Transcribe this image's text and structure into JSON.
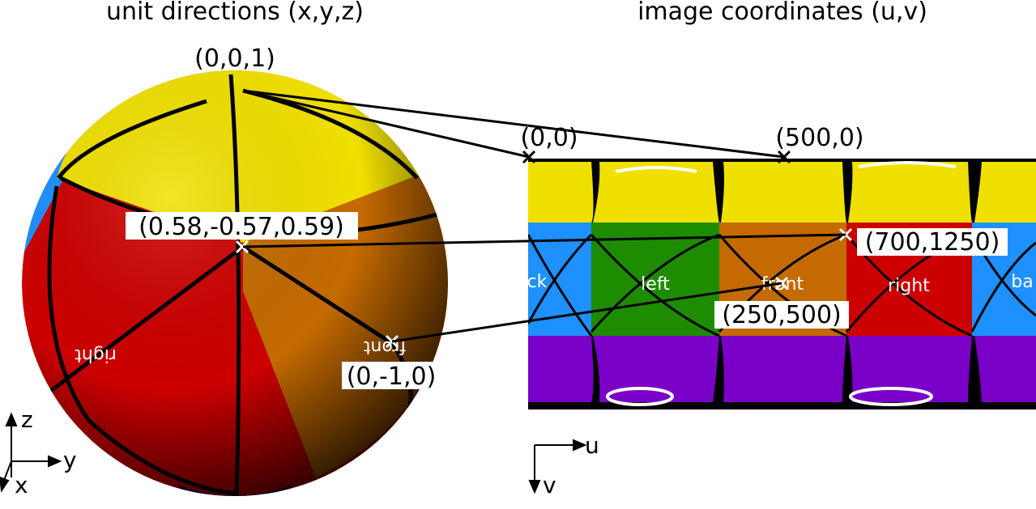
{
  "titles": {
    "left": "unit directions (x,y,z)",
    "right": "image coordinates (u,v)"
  },
  "sphere_points": {
    "top": "(0,0,1)",
    "diag": "(0.58,-0.57,0.59)",
    "side": "(0,-1,0)"
  },
  "image_points": {
    "origin": "(0,0)",
    "top_mid": "(500,0)",
    "corner": "(700,1250)",
    "center": "(250,500)"
  },
  "face_labels": {
    "back_left": "ck",
    "left": "left",
    "front": "front",
    "right": "right",
    "back_right": "ba",
    "sphere_right": "right",
    "sphere_front": "front"
  },
  "axes": {
    "sphere": {
      "z": "z",
      "y": "y",
      "x": "x"
    },
    "image": {
      "u": "u",
      "v": "v"
    }
  },
  "colors": {
    "top": "#f0e000",
    "bottom": "#7a00c8",
    "left": "#1e8c00",
    "front": "#c46a00",
    "right": "#cc0000",
    "back": "#1e90ff"
  }
}
